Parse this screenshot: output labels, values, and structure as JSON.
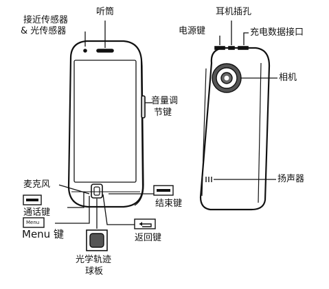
{
  "front": {
    "proximity_label_1": "接近传感器",
    "proximity_label_2": "& 光传感器",
    "earpiece_label": "听筒",
    "volume_label_1": "音量调",
    "volume_label_2": "节键",
    "microphone_label": "麦克风",
    "call_key_label": "通话键",
    "menu_key_label": "Menu 键",
    "menu_icon_text": "Menu",
    "end_key_label": "结束键",
    "back_key_label": "返回键",
    "trackball_label_1": "光学轨迹",
    "trackball_label_2": "球板"
  },
  "back": {
    "headphone_label": "耳机插孔",
    "power_label": "电源键",
    "charge_label": "充电数据接口",
    "camera_label": "相机",
    "speaker_label": "扬声器"
  },
  "colors": {
    "line": "#111111",
    "body_fill": "#ffffff",
    "trackball_fill": "#555555"
  }
}
